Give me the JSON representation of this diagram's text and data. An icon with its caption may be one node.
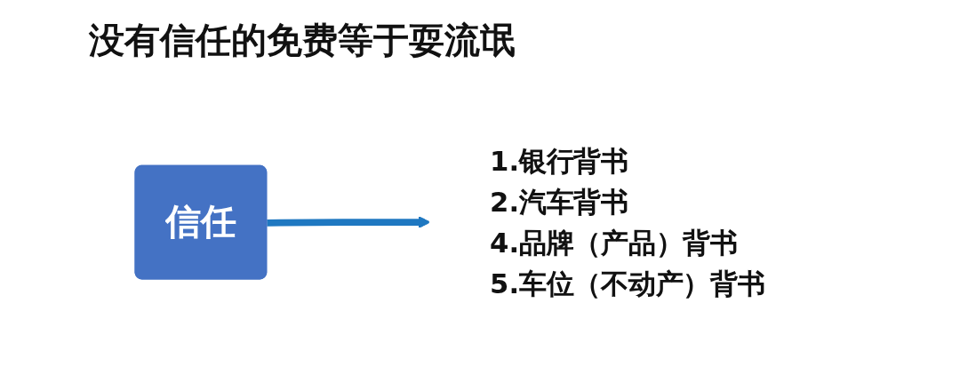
{
  "diagram": {
    "title": "没有信任的免费等于耍流氓",
    "nodes": [
      {
        "text": [
          "信任"
        ]
      },
      {
        "text": [
          "1.银行背书",
          "2.汽车背书",
          "4.品牌（产品）背书",
          "5.车位（不动产）背书"
        ]
      }
    ],
    "edges": [
      {
        "from": 0,
        "to": 1,
        "arrow": "to"
      }
    ]
  }
}
